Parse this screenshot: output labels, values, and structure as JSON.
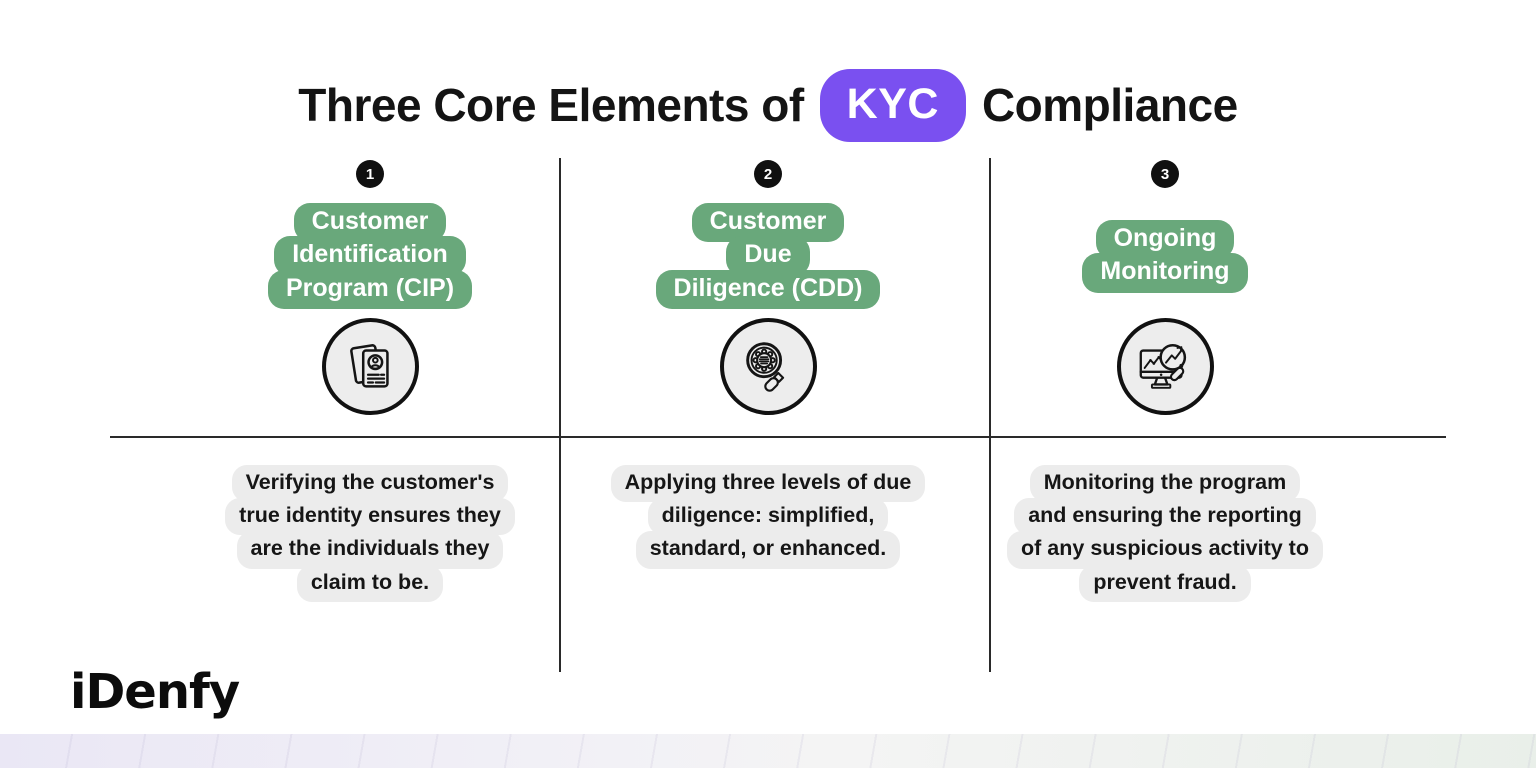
{
  "title": {
    "prefix": "Three Core Elements of",
    "highlight": "KYC",
    "suffix": "Compliance"
  },
  "columns": [
    {
      "number": "1",
      "badge_lines": [
        "Customer",
        "Identification",
        "Program (CIP)"
      ],
      "icon": "id-cards-icon",
      "description_lines": [
        "Verifying the customer's",
        "true identity ensures they",
        "are the individuals they",
        "claim to be."
      ]
    },
    {
      "number": "2",
      "badge_lines": [
        "Customer",
        "Due",
        "Diligence (CDD)"
      ],
      "icon": "gear-magnifier-icon",
      "description_lines": [
        "Applying three levels of due",
        "diligence: simplified,",
        "standard, or enhanced."
      ]
    },
    {
      "number": "3",
      "badge_lines": [
        "Ongoing",
        "Monitoring"
      ],
      "icon": "monitor-magnifier-icon",
      "description_lines": [
        "Monitoring the program",
        "and ensuring the reporting",
        "of any suspicious activity to",
        "prevent fraud."
      ]
    }
  ],
  "footer": {
    "logo_text": "iDenfy"
  },
  "colors": {
    "accent_purple": "#7A50F0",
    "badge_green": "#69A87B",
    "blob_gray": "#ECECEC",
    "ink": "#141414"
  }
}
